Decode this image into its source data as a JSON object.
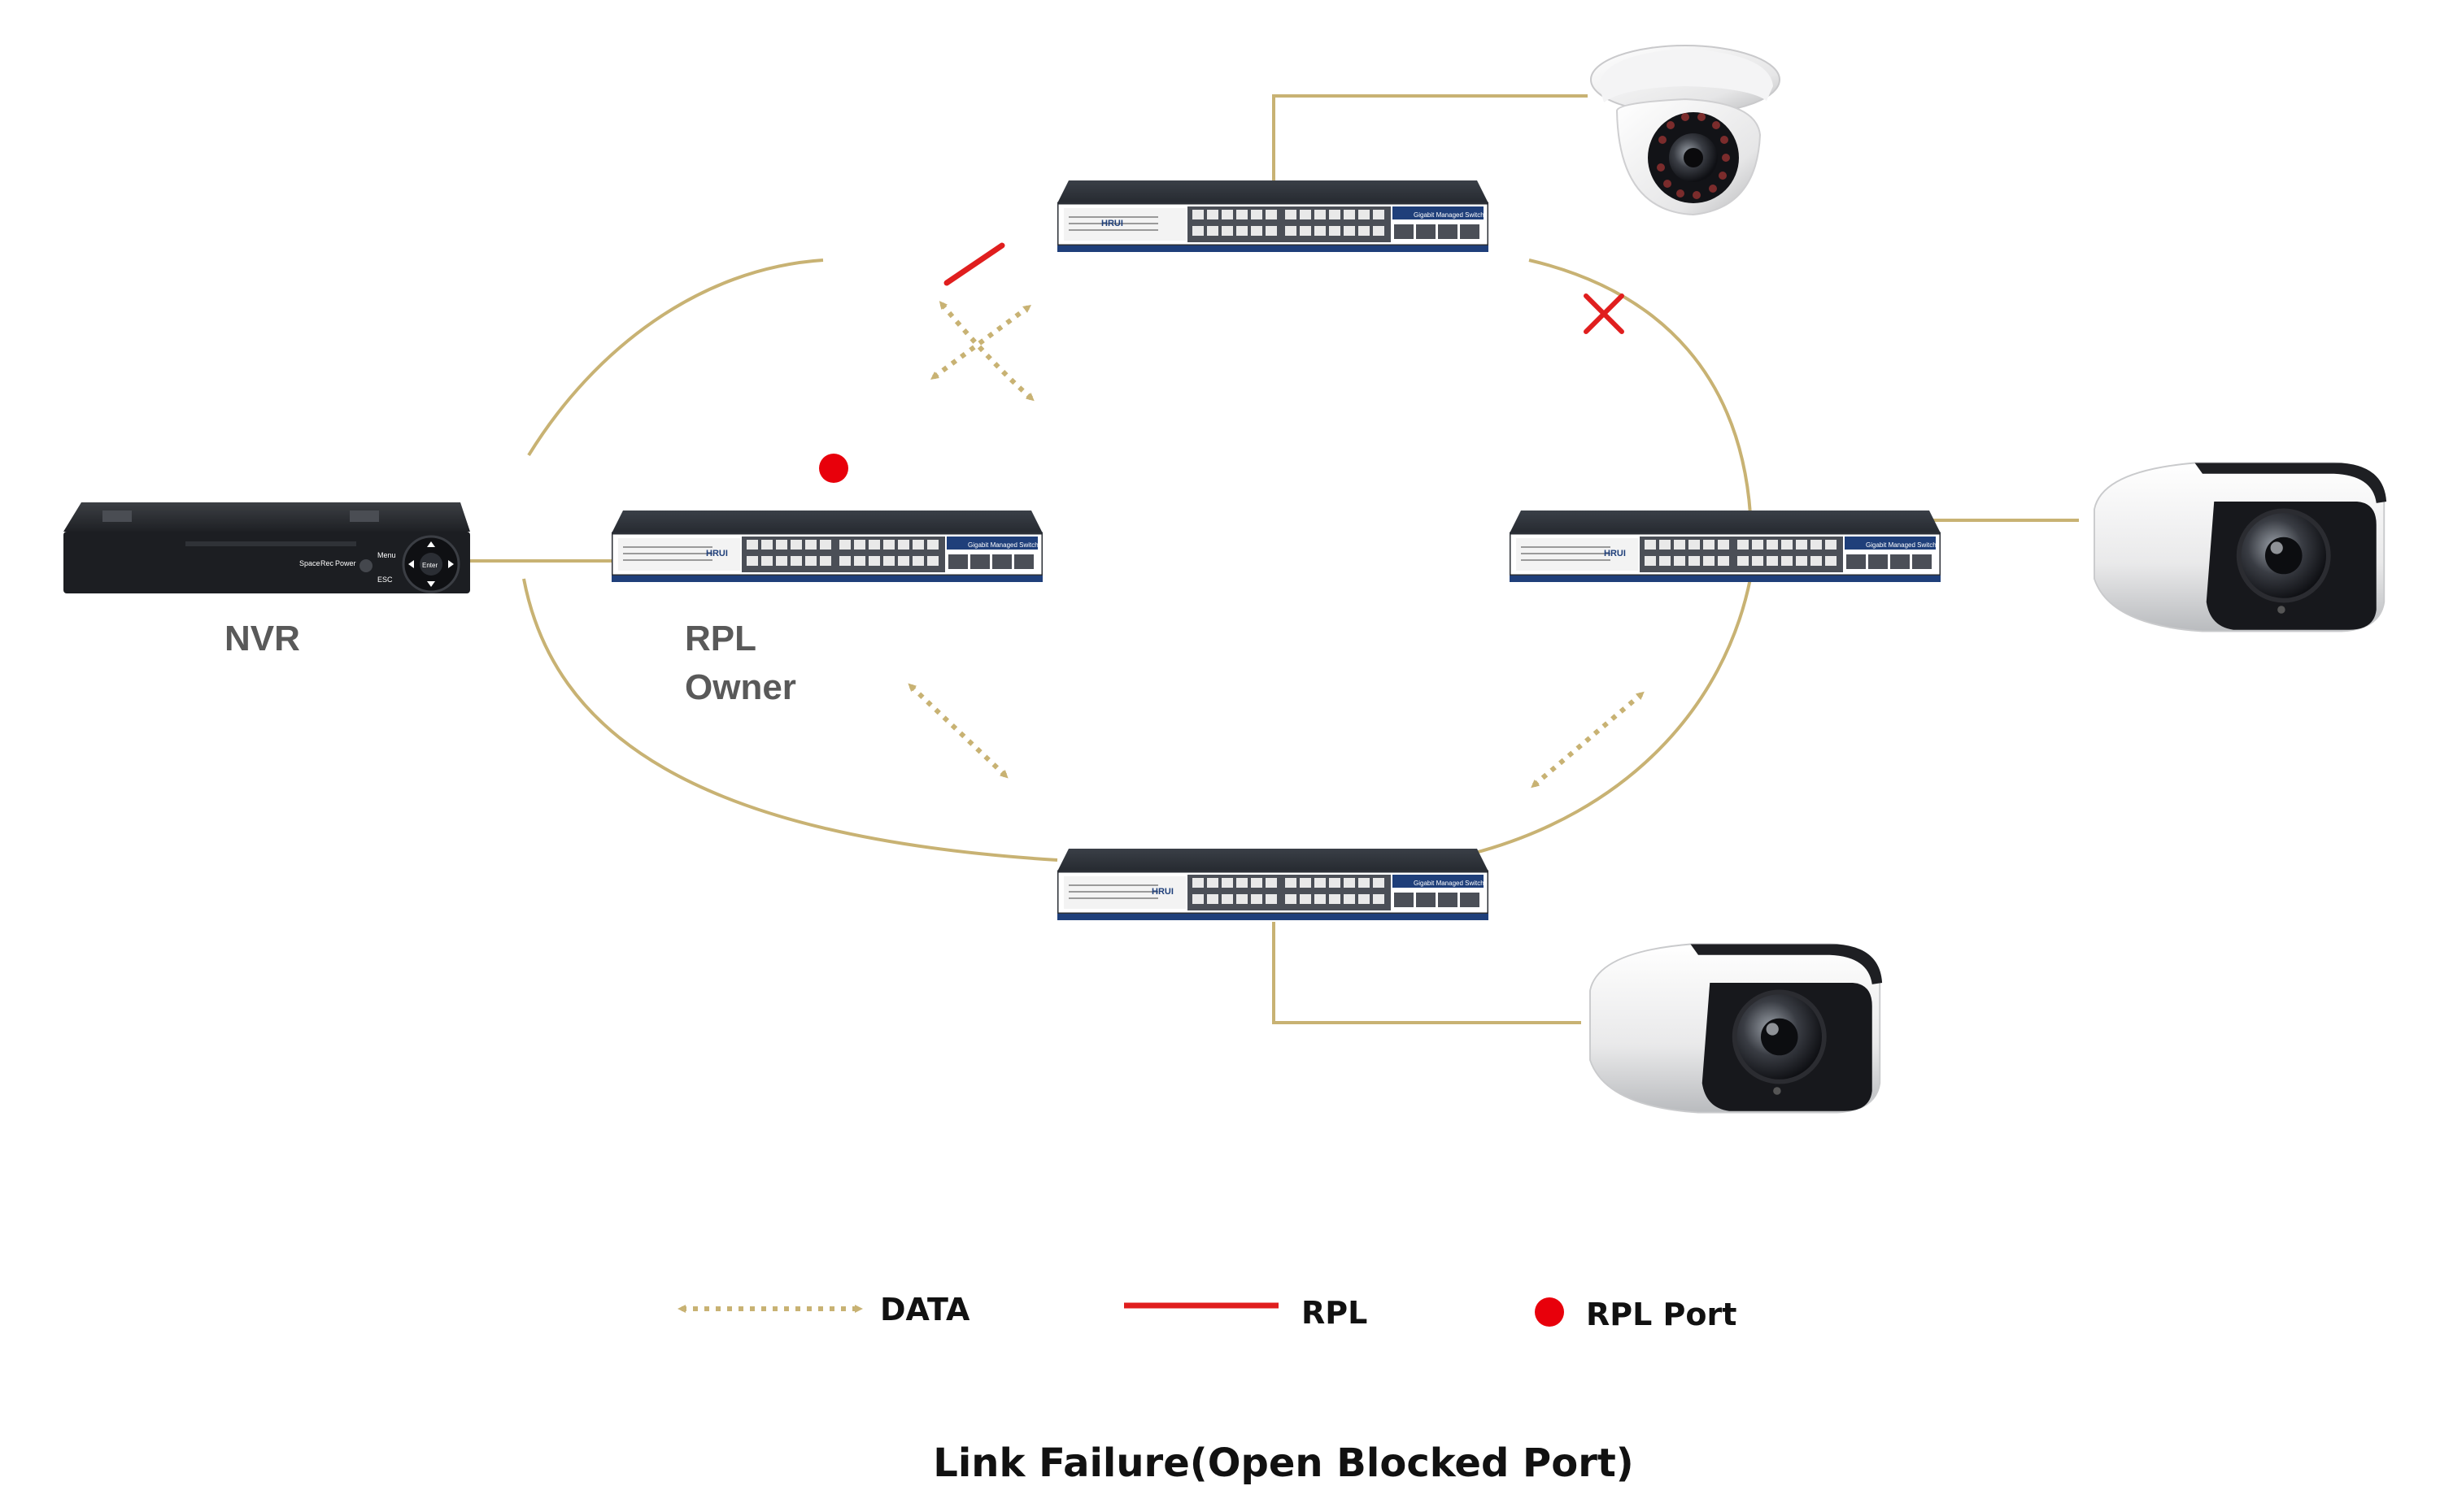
{
  "labels": {
    "nvr": "NVR",
    "rpl_owner_line1": "RPL",
    "rpl_owner_line2": "Owner"
  },
  "switch": {
    "brand": "HRUI",
    "model": "Gigabit Managed Switch"
  },
  "nvr_panel": {
    "space": "Space",
    "rec": "Rec",
    "power": "Power",
    "menu": "Menu",
    "enter": "Enter",
    "esc": "ESC"
  },
  "legend": {
    "data": "DATA",
    "rpl": "RPL",
    "rpl_port": "RPL Port"
  },
  "caption": "Link Failure(Open Blocked Port)",
  "colors": {
    "ring": "#c8b273",
    "rpl": "#e01e1e",
    "rpl_port": "#e8000b",
    "failure": "#e01e1e",
    "switch_body": "#2b2f36",
    "switch_trim": "#1f3f7a"
  },
  "icons": {
    "nvr": "nvr-recorder-icon",
    "switch": "managed-switch-icon",
    "dome_camera": "dome-camera-icon",
    "bullet_camera": "bullet-camera-icon",
    "link_failure": "link-failure-x-icon"
  }
}
